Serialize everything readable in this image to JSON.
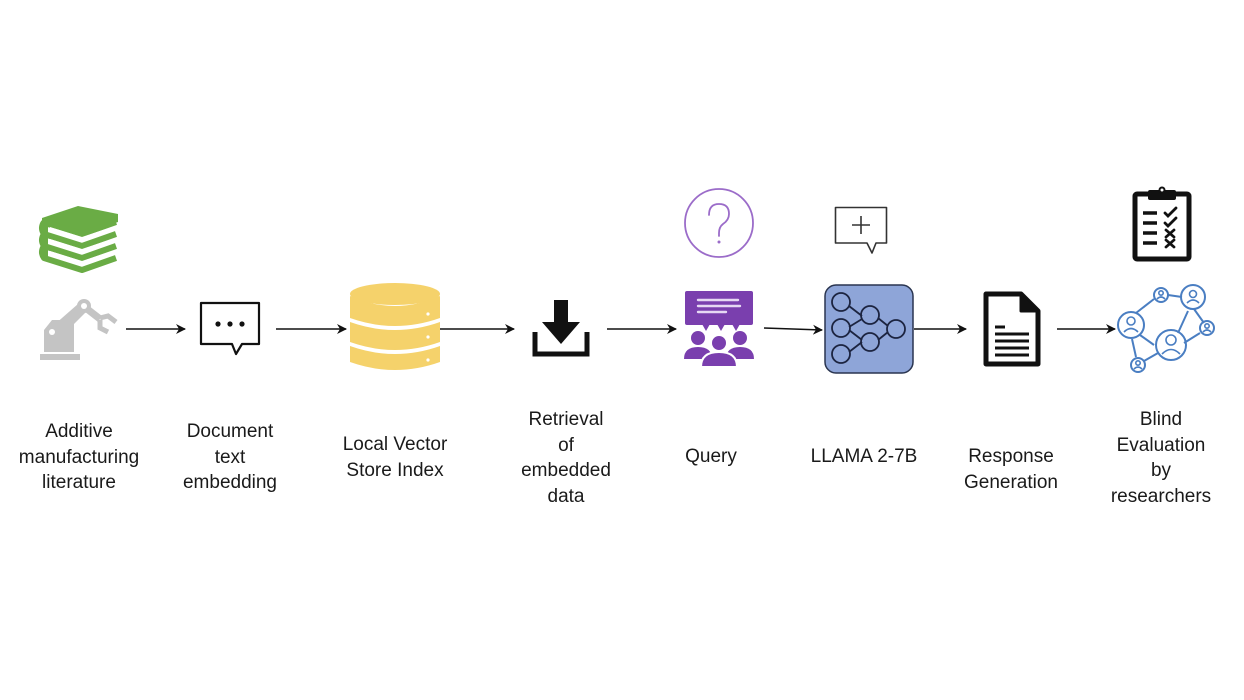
{
  "diagram": {
    "type": "pipeline-flowchart",
    "colors": {
      "books": "#6aac45",
      "robot_arm": "#c4c4c4",
      "database": "#f5d26b",
      "query": "#7a3fae",
      "neural_net_fill": "#8ea5d8",
      "network": "#4a7ec2",
      "stroke": "#111111"
    },
    "stages": [
      {
        "id": "literature",
        "icon": "robot-arm-icon",
        "top_icon": "books-icon",
        "label_lines": [
          "Additive",
          "manufacturing",
          "literature"
        ]
      },
      {
        "id": "embedding",
        "icon": "chat-bubble-dots-icon",
        "label_lines": [
          "Document",
          "text",
          "embedding"
        ]
      },
      {
        "id": "vector-store",
        "icon": "database-icon",
        "label_lines": [
          "Local Vector",
          "Store Index"
        ]
      },
      {
        "id": "retrieval",
        "icon": "download-icon",
        "label_lines": [
          "Retrieval",
          "of",
          "embedded",
          "data"
        ]
      },
      {
        "id": "query",
        "icon": "group-discussion-icon",
        "top_icon": "question-circle-icon",
        "label_lines": [
          "Query"
        ]
      },
      {
        "id": "llm",
        "icon": "neural-network-icon",
        "top_icon": "chat-bubble-plus-icon",
        "label_lines": [
          "LLAMA 2-7B"
        ]
      },
      {
        "id": "response",
        "icon": "document-icon",
        "label_lines": [
          "Response",
          "Generation"
        ]
      },
      {
        "id": "evaluation",
        "icon": "people-network-icon",
        "top_icon": "clipboard-checklist-icon",
        "label_lines": [
          "Blind",
          "Evaluation",
          "by",
          "researchers"
        ]
      }
    ],
    "edges": [
      {
        "from": "literature",
        "to": "embedding"
      },
      {
        "from": "embedding",
        "to": "vector-store"
      },
      {
        "from": "vector-store",
        "to": "retrieval"
      },
      {
        "from": "retrieval",
        "to": "query"
      },
      {
        "from": "query",
        "to": "llm"
      },
      {
        "from": "llm",
        "to": "response"
      },
      {
        "from": "response",
        "to": "evaluation"
      }
    ]
  }
}
